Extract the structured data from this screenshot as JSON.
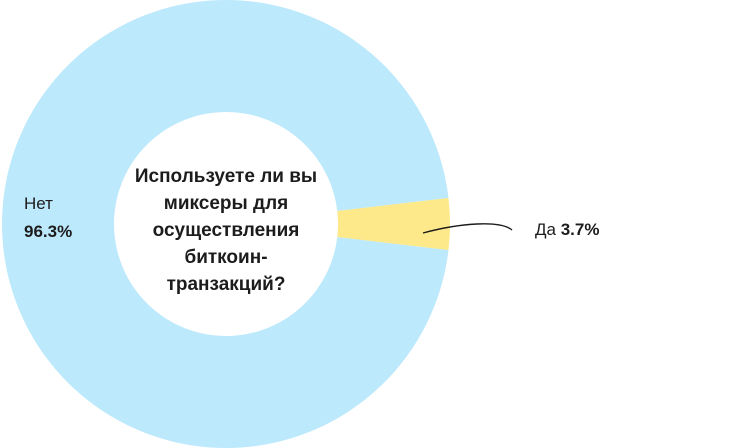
{
  "chart_data": {
    "type": "pie",
    "variant": "donut",
    "title": "Используете ли вы миксеры для осуществления биткоин-транзакций?",
    "slices": [
      {
        "label": "Нет",
        "value": 96.3,
        "display": "96.3%",
        "color": "#bde9fc"
      },
      {
        "label": "Да",
        "value": 3.7,
        "display": "3.7%",
        "color": "#fde989"
      }
    ]
  }
}
